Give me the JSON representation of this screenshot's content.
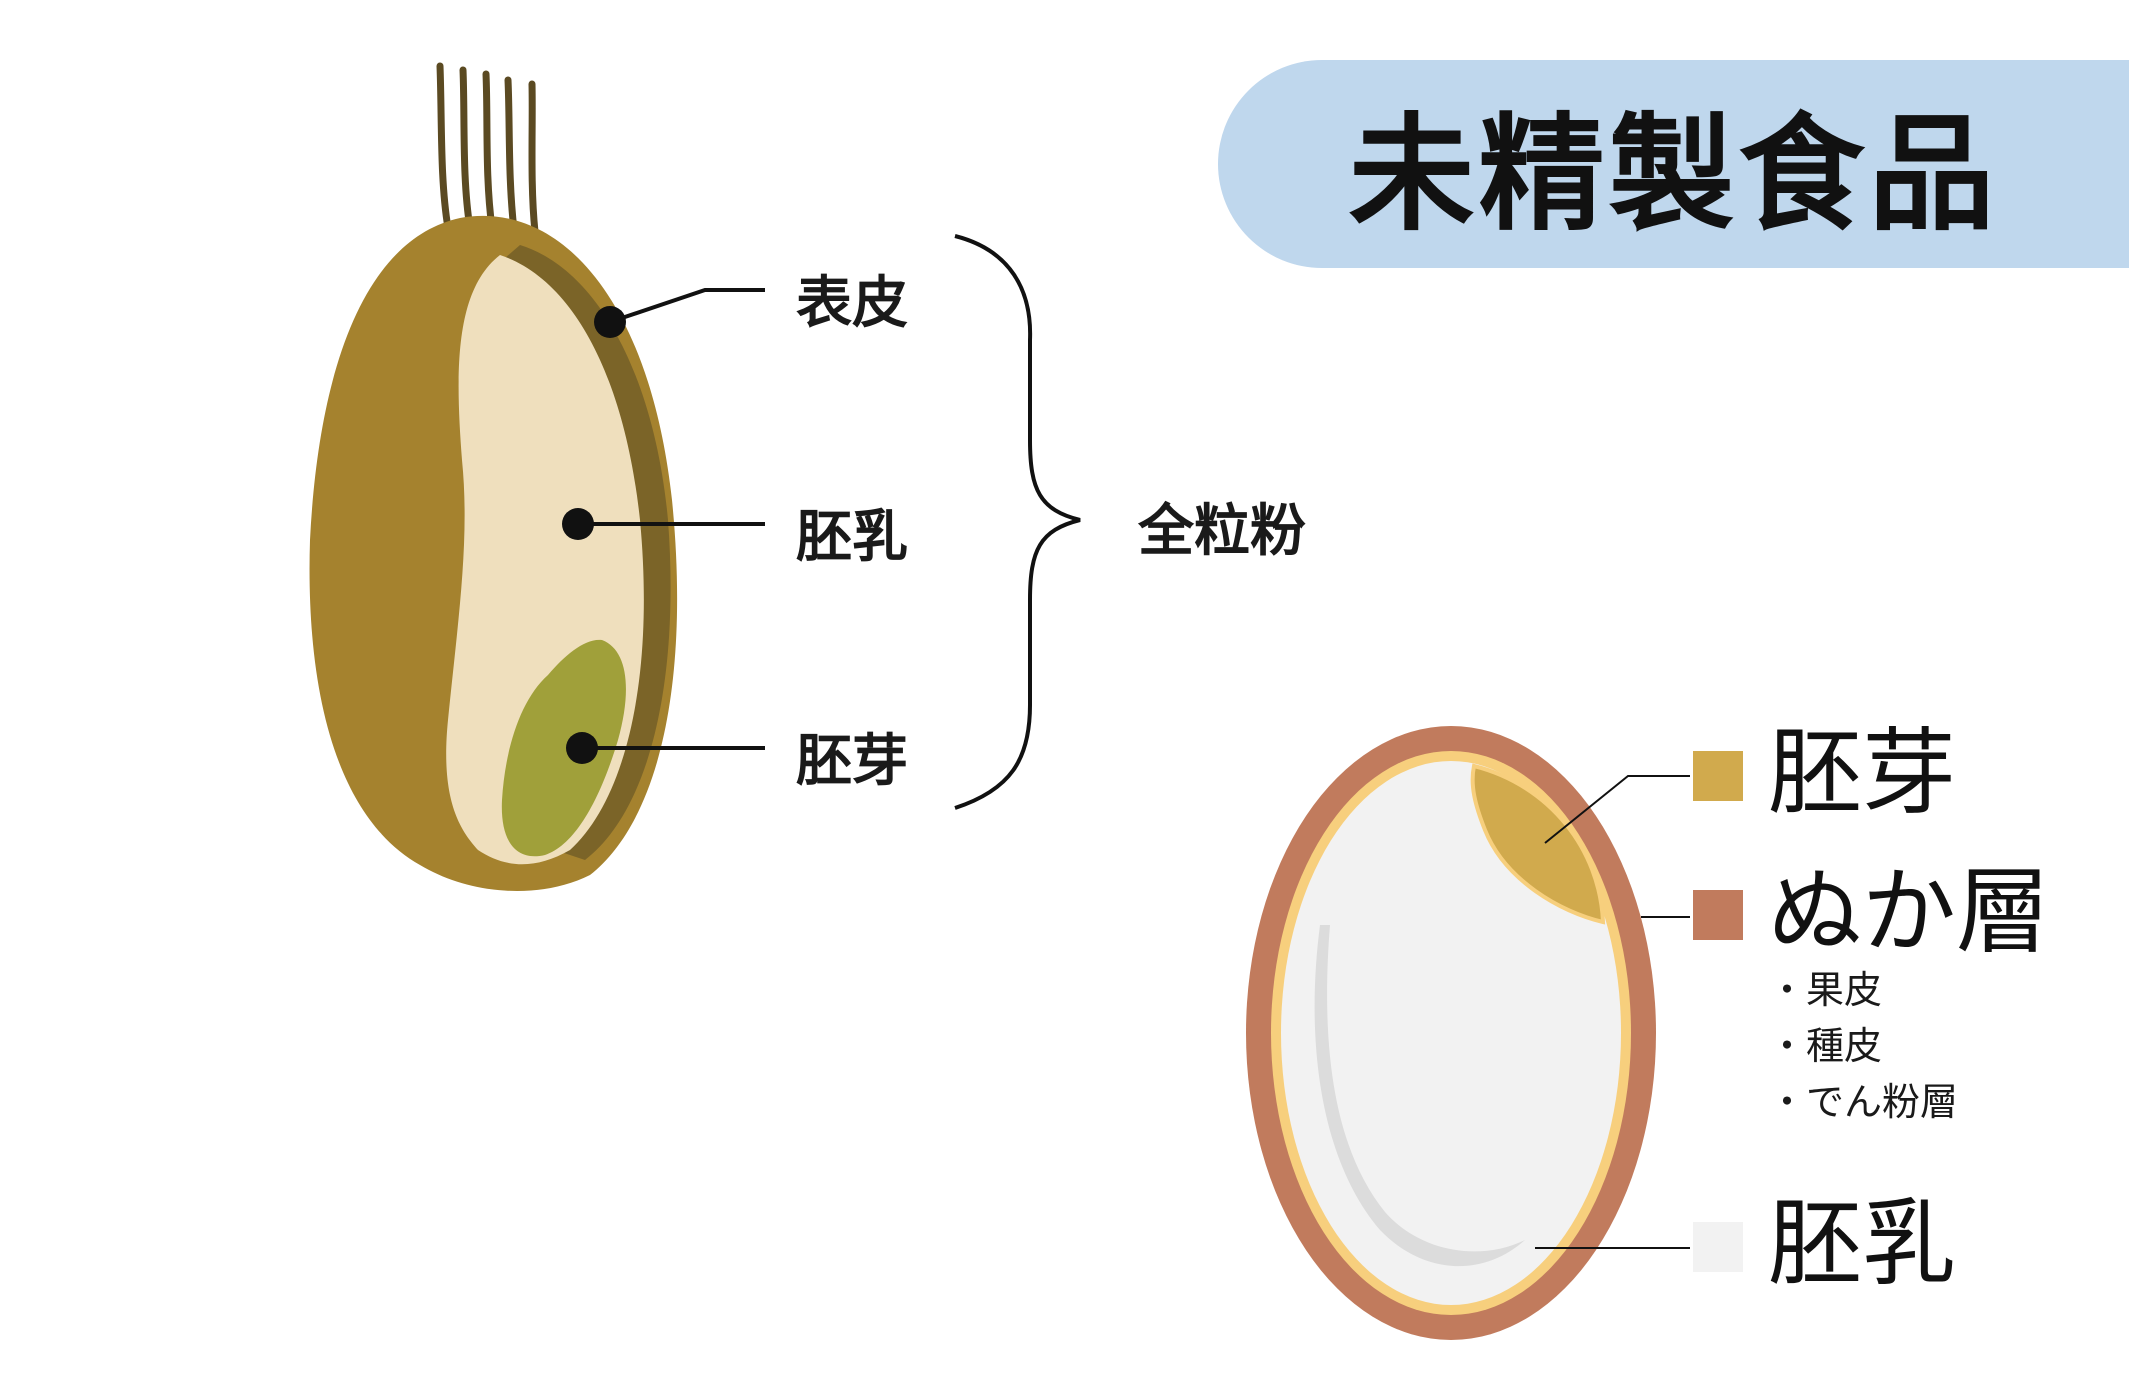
{
  "title": "未精製食品",
  "grain_diagram": {
    "labels": [
      "表皮",
      "胚乳",
      "胚芽"
    ],
    "group_label": "全粒粉",
    "colors": {
      "husk": "#a5822e",
      "bran_line": "#7b6428",
      "endosperm": "#efdfbd",
      "germ": "#a0a03a",
      "awn": "#5b4a22"
    }
  },
  "rice_diagram": {
    "legend": [
      {
        "label": "胚芽",
        "color": "#d1aa4d"
      },
      {
        "label": "ぬか層",
        "color": "#c17b5d"
      },
      {
        "label": "胚乳",
        "color": "#f2f2f2"
      }
    ],
    "bran_components": [
      "・果皮",
      "・種皮",
      "・でん粉層"
    ],
    "colors": {
      "bran": "#c17b5d",
      "aleurone": "#f7cf7d",
      "endosperm": "#f2f2f2",
      "germ": "#d1aa4d",
      "shadow": "#dcdcdc"
    }
  }
}
